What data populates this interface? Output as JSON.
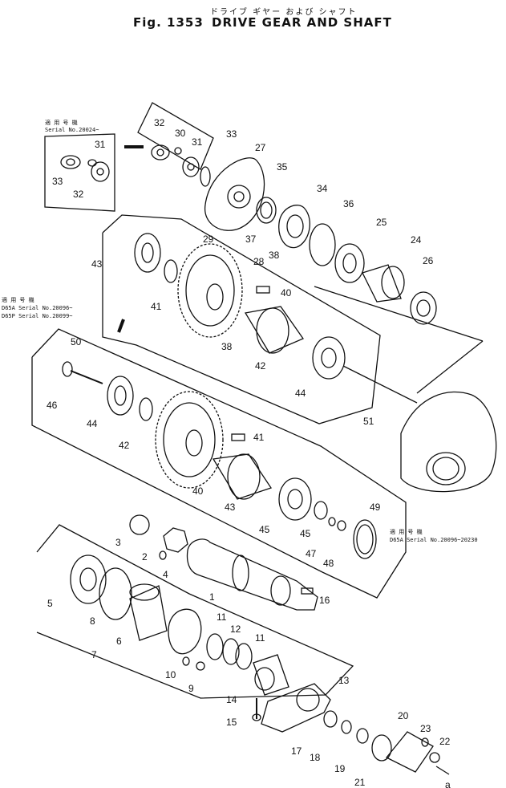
{
  "header": {
    "japanese_title": "ドライブ ギヤー および シャフト",
    "fig_number": "Fig. 1353",
    "title": "DRIVE GEAR AND SHAFT"
  },
  "notes": {
    "serial_top_1": "適 用 号 機",
    "serial_top_2": "Serial No.20024~",
    "serial_mid_1": "適 用 号 機",
    "serial_mid_2": "D65A   Serial No.20096~",
    "serial_mid_3": "D65P   Serial No.20099~",
    "serial_right_1": "適 用 号 機",
    "serial_right_2": "D65A  Serial No.20096~20230"
  },
  "callouts": [
    "1",
    "2",
    "3",
    "4",
    "5",
    "6",
    "7",
    "8",
    "9",
    "10",
    "11",
    "11",
    "12",
    "13",
    "14",
    "15",
    "16",
    "17",
    "18",
    "19",
    "20",
    "21",
    "22",
    "23",
    "24",
    "25",
    "26",
    "27",
    "28",
    "29",
    "30",
    "31",
    "31",
    "32",
    "32",
    "33",
    "33",
    "34",
    "35",
    "36",
    "37",
    "38",
    "38",
    "40",
    "40",
    "41",
    "41",
    "42",
    "42",
    "43",
    "43",
    "44",
    "44",
    "45",
    "45",
    "46",
    "47",
    "48",
    "49",
    "50",
    "51",
    "a",
    "a"
  ]
}
